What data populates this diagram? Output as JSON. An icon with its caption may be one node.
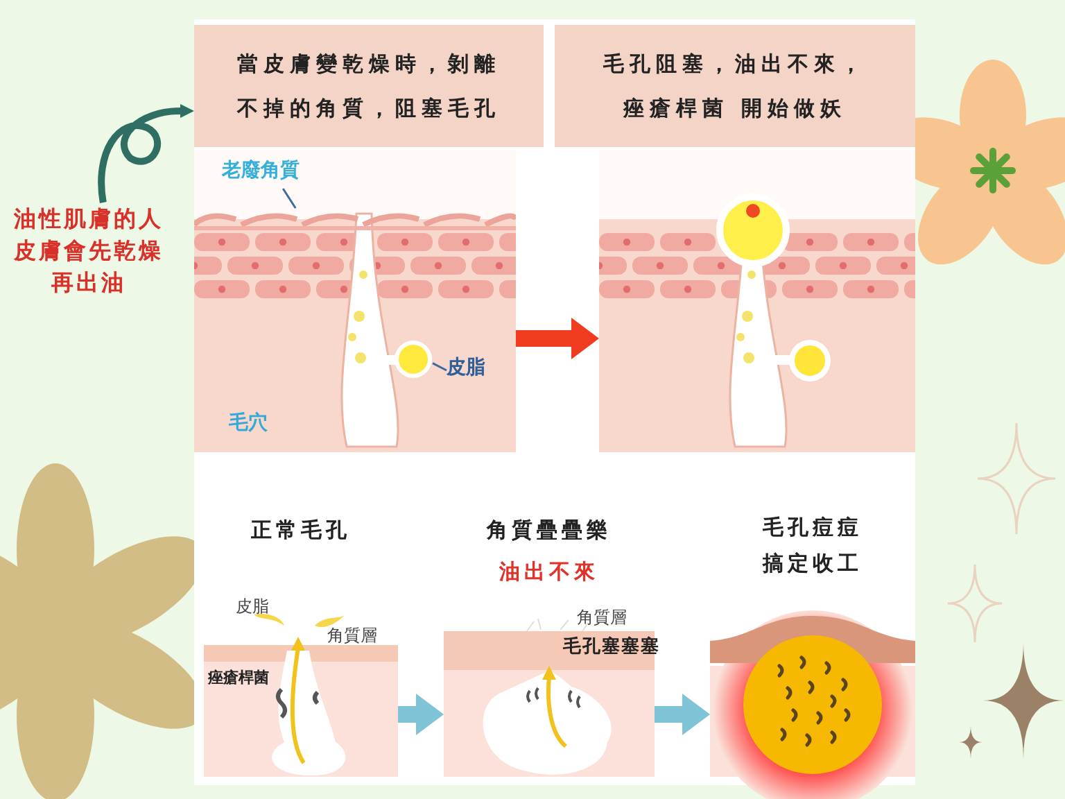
{
  "diagram": {
    "nodes": [
      {
        "text": [
          "油性肌膚的人皮膚會先乾燥再出油"
        ]
      },
      {
        "text": [
          "當皮膚變乾燥時，剝離不掉的角質，阻塞毛孔"
        ]
      },
      {
        "text": [
          "毛孔阻塞，油出不來，痤瘡桿菌 開始做妖"
        ]
      },
      {
        "text": [],
        "shape": "picture"
      },
      {
        "text": [
          "老廢角質"
        ],
        "in": 3
      },
      {
        "text": [],
        "shape": "bar",
        "in": 3
      },
      {
        "text": [
          "皮脂"
        ],
        "in": 3
      },
      {
        "text": [],
        "shape": "circle",
        "in": 3
      },
      {
        "text": [],
        "shape": "picture"
      },
      {
        "text": [
          "正常毛孔",
          "皮脂",
          "角質層",
          "痤瘡桿菌"
        ]
      },
      {
        "text": [
          "角質疊疊樂",
          "油出不來",
          "角質層",
          "毛孔塞塞塞"
        ]
      },
      {
        "text": [
          "毛孔痘痘搞定收工"
        ]
      }
    ],
    "edges": [
      {
        "from": 0,
        "to": 1,
        "arrow": "to",
        "color": "#2f6f63"
      },
      {
        "from": 4,
        "to": 5,
        "arrow": "none",
        "color": "#3d6b9a"
      },
      {
        "from": 6,
        "to": 7,
        "arrow": "none",
        "color": "#3d6b9a"
      },
      {
        "from": 3,
        "to": 8,
        "arrow": "to",
        "style": "thick",
        "color": "#f03c1e"
      },
      {
        "from": 9,
        "to": 10,
        "arrow": "to",
        "style": "thick",
        "color": "#7ec3d6"
      },
      {
        "from": 10,
        "to": 11,
        "arrow": "to",
        "style": "thick",
        "color": "#7ec3d6"
      }
    ],
    "labels": [
      "毛穴"
    ]
  }
}
